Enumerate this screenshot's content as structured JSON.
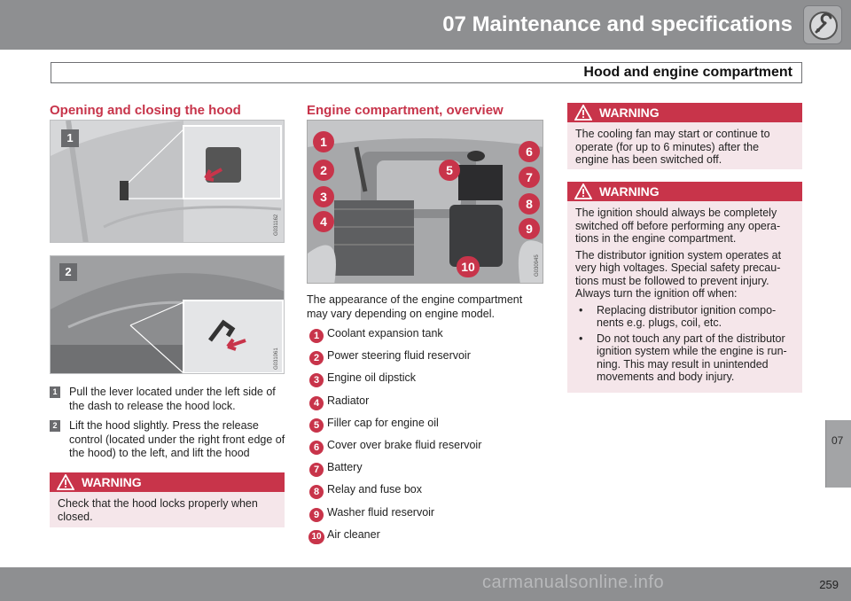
{
  "header": {
    "chapter_title": "07 Maintenance and specifications",
    "section_title": "Hood and engine compartment",
    "icon": "wrench-icon"
  },
  "side_tab": {
    "label": "07"
  },
  "footer": {
    "page_number": "259",
    "watermark": "carmanualsonline.info"
  },
  "opening_section": {
    "heading": "Opening and closing the hood",
    "images": [
      {
        "badge": "1",
        "code": "G031162",
        "icon": "hood-release-lever-photo"
      },
      {
        "badge": "2",
        "code": "G031061",
        "icon": "hood-safety-catch-photo"
      }
    ],
    "steps": [
      {
        "num": "1",
        "text": "Pull the lever located under the left side of the dash to release the hood lock."
      },
      {
        "num": "2",
        "text": "Lift the hood slightly. Press the release control (located under the right front edge of the hood) to the left, and lift the hood"
      }
    ],
    "warning": {
      "title": "WARNING",
      "text": "Check that the hood locks properly when closed."
    }
  },
  "engine_section": {
    "heading": "Engine compartment, overview",
    "image_code": "G030945",
    "intro": "The appearance of the engine compartment may vary depending on engine model.",
    "components": [
      {
        "num": "1",
        "label": "Coolant expansion tank"
      },
      {
        "num": "2",
        "label": "Power steering fluid reservoir"
      },
      {
        "num": "3",
        "label": "Engine oil dipstick"
      },
      {
        "num": "4",
        "label": "Radiator"
      },
      {
        "num": "5",
        "label": "Filler cap for engine oil"
      },
      {
        "num": "6",
        "label": "Cover over brake fluid reservoir"
      },
      {
        "num": "7",
        "label": "Battery"
      },
      {
        "num": "8",
        "label": "Relay and fuse box"
      },
      {
        "num": "9",
        "label": "Washer fluid reservoir"
      },
      {
        "num": "10",
        "label": "Air cleaner"
      }
    ]
  },
  "warnings_right": [
    {
      "title": "WARNING",
      "text": "The cooling fan may start or continue to operate (for up to 6 minutes) after the engine has been switched off."
    },
    {
      "title": "WARNING",
      "para1": "The ignition should always be completely switched off before performing any opera-tions in the engine compartment.",
      "para2": "The distributor ignition system operates at very high voltages. Special safety precau-tions must be followed to prevent injury. Always turn the ignition off when:",
      "bullets": [
        "Replacing distributor ignition compo-nents e.g. plugs, coil, etc.",
        "Do not touch any part of the distributor ignition system while the engine is run-ning. This may result in unintended movements and body injury."
      ]
    }
  ],
  "colors": {
    "accent_red": "#c8344a",
    "header_gray": "#8e8f91",
    "warning_bg": "#f5e6ea"
  }
}
